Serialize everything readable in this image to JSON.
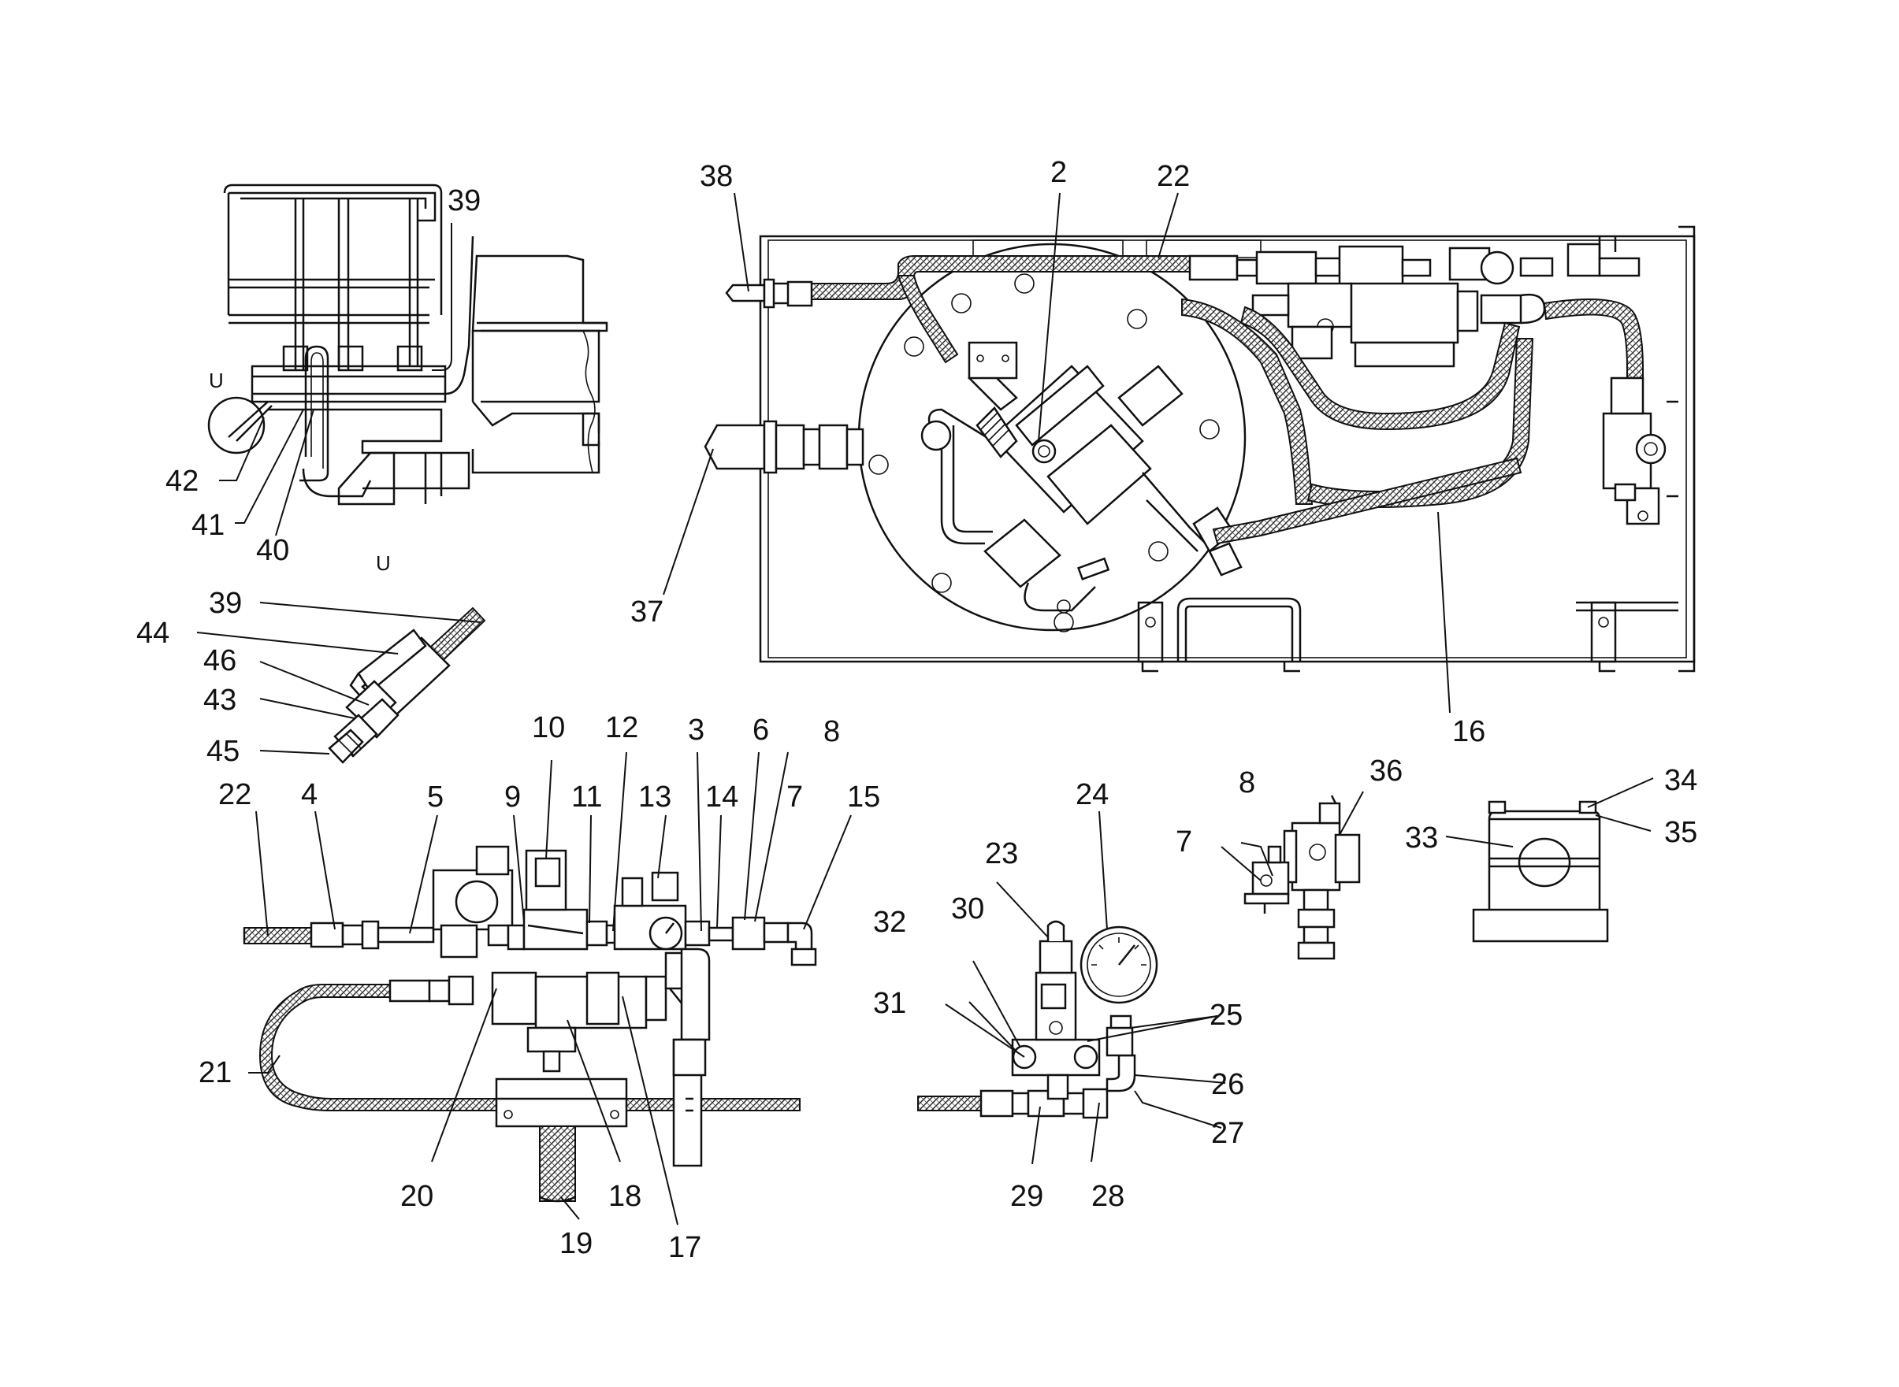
{
  "callouts": {
    "c2": "2",
    "c3": "3",
    "c4": "4",
    "c5": "5",
    "c6": "6",
    "c7a": "7",
    "c7b": "7",
    "c8a": "8",
    "c8b": "8",
    "c9": "9",
    "c10": "10",
    "c11": "11",
    "c12": "12",
    "c13": "13",
    "c14": "14",
    "c15": "15",
    "c16": "16",
    "c17": "17",
    "c18": "18",
    "c19": "19",
    "c20": "20",
    "c21": "21",
    "c22a": "22",
    "c22b": "22",
    "c23": "23",
    "c24": "24",
    "c25": "25",
    "c26": "26",
    "c27": "27",
    "c28": "28",
    "c29": "29",
    "c30": "30",
    "c31": "31",
    "c32": "32",
    "c33": "33",
    "c34": "34",
    "c35": "35",
    "c36": "36",
    "c37": "37",
    "c38": "38",
    "c39a": "39",
    "c39b": "39",
    "c40": "40",
    "c41": "41",
    "c42": "42",
    "c43": "43",
    "c44": "44",
    "c45": "45",
    "c46": "46",
    "u1": "U",
    "u2": "U"
  }
}
